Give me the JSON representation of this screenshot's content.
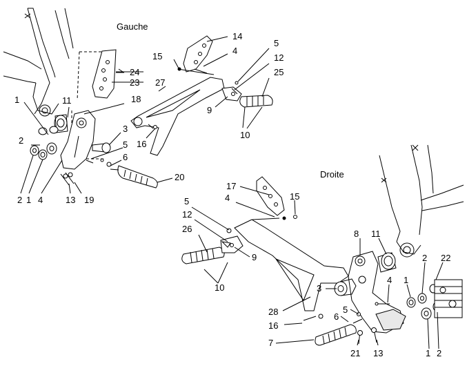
{
  "colors": {
    "ink": "#000000",
    "paper": "#ffffff",
    "shade": "#d8d8d8"
  },
  "sides": {
    "left": "Gauche",
    "right": "Droite"
  },
  "callouts": {
    "g14": "14",
    "g4": "4",
    "g15": "15",
    "g24": "24",
    "g23": "23",
    "g27": "27",
    "g5": "5",
    "g12": "12",
    "g25": "25",
    "g9": "9",
    "g11": "11",
    "g1": "1",
    "g18": "18",
    "g3": "3",
    "g2": "2",
    "g16": "16",
    "g5b": "5",
    "g6": "6",
    "g10": "10",
    "g20": "20",
    "g2b": "2",
    "g1b": "1",
    "g4b": "4",
    "g13": "13",
    "g19": "19",
    "d17": "17",
    "d4": "4",
    "d15": "15",
    "d5": "5",
    "d12": "12",
    "d26": "26",
    "d9": "9",
    "d10": "10",
    "d8": "8",
    "d11": "11",
    "d2": "2",
    "d22": "22",
    "d3": "3",
    "d4b": "4",
    "d1": "1",
    "d28": "28",
    "d5b": "5",
    "d16": "16",
    "d6": "6",
    "d7": "7",
    "d21": "21",
    "d13": "13",
    "d1b": "1",
    "d2b": "2"
  }
}
